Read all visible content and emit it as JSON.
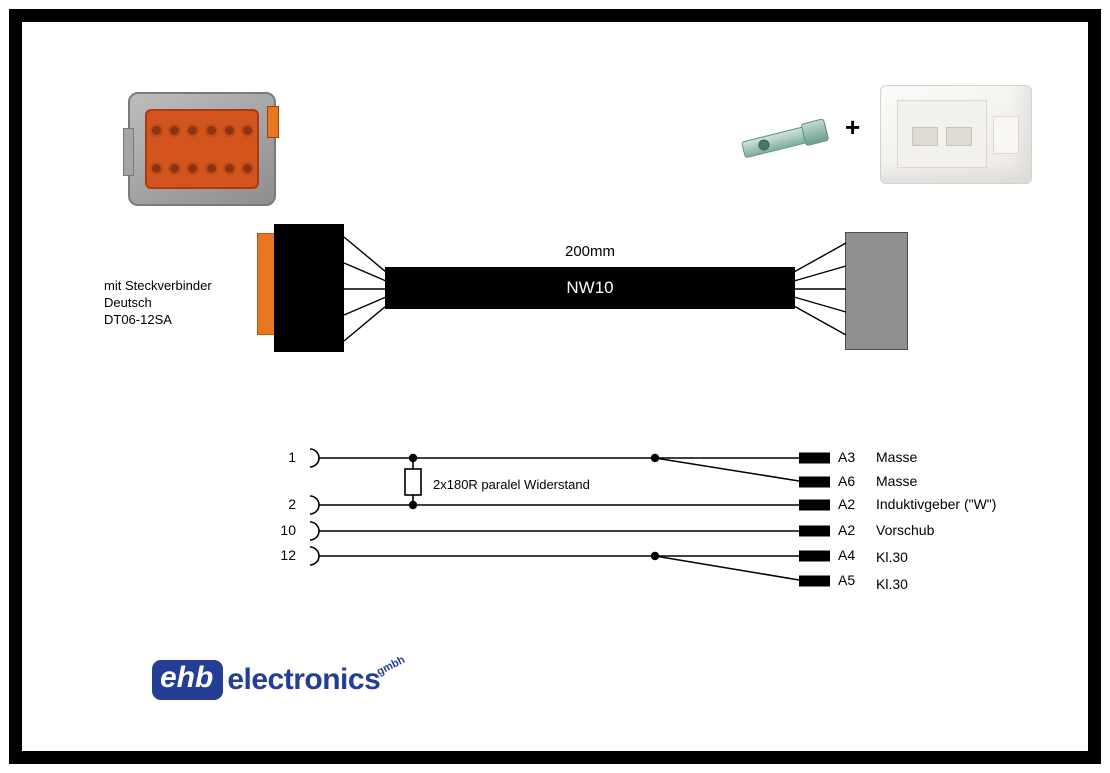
{
  "photos": {
    "plus_sign": "+"
  },
  "cable": {
    "length_label": "200mm",
    "size_label": "NW10"
  },
  "connector_note": {
    "line1": "mit Steckverbinder",
    "line2": "Deutsch",
    "line3": "DT06-12SA"
  },
  "schematic": {
    "resistor_label": "2x180R paralel Widerstand",
    "pins": [
      {
        "number": "1"
      },
      {
        "number": "2"
      },
      {
        "number": "10"
      },
      {
        "number": "12"
      }
    ],
    "terminals": [
      {
        "id": "A3",
        "label": "Masse"
      },
      {
        "id": "A6",
        "label": "Masse"
      },
      {
        "id": "A2",
        "label": "Induktivgeber (\"W\")"
      },
      {
        "id": "A2",
        "label": "Vorschub"
      },
      {
        "id": "A4",
        "label": "Kl.30"
      },
      {
        "id": "A5",
        "label": "Kl.30"
      }
    ]
  },
  "logo": {
    "ehb": "ehb",
    "electronics": "electronics",
    "gmbh": "gmbh"
  },
  "colors": {
    "accent_orange": "#e87722",
    "cable_black": "#000000",
    "connector_gray": "#8f8f8f",
    "logo_blue": "#233e93"
  }
}
